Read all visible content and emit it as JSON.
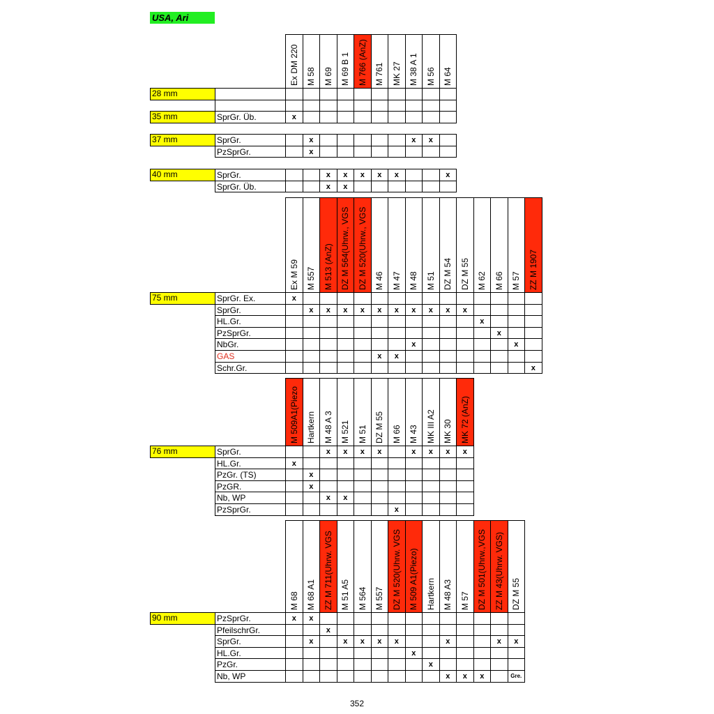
{
  "title": "USA,  Ari",
  "page_number": "352",
  "colors": {
    "title_bg": "#22ee22",
    "calibre_bg": "#ffff00",
    "highlight": "#ff2a0a",
    "red_text": "#e03020"
  },
  "blocks": [
    {
      "columns": [
        {
          "label": "Ex DM 220",
          "red": false
        },
        {
          "label": "M 58",
          "red": false
        },
        {
          "label": "M 69",
          "red": false
        },
        {
          "label": "M 69 B 1",
          "red": false
        },
        {
          "label": "M 766 (AnZ)",
          "red": true
        },
        {
          "label": "M 761",
          "red": false
        },
        {
          "label": "MK 27",
          "red": false
        },
        {
          "label": "M 38 A 1",
          "red": false
        },
        {
          "label": "M 56",
          "red": false
        },
        {
          "label": "M 64",
          "red": false
        }
      ],
      "groups": [
        {
          "calibre": "28 mm",
          "rows": [
            {
              "label": "",
              "marks": [
                "",
                "",
                "",
                "",
                "",
                "",
                "",
                "",
                "",
                ""
              ]
            },
            {
              "label": "",
              "marks": [
                "",
                "",
                "",
                "",
                "",
                "",
                "",
                "",
                "",
                ""
              ]
            }
          ]
        },
        {
          "calibre": "35 mm",
          "rows": [
            {
              "label": "SprGr. Üb.",
              "marks": [
                "x",
                "",
                "",
                "",
                "",
                "",
                "",
                "",
                "",
                ""
              ]
            }
          ]
        },
        {
          "calibre": "37 mm",
          "rows": [
            {
              "label": "SprGr.",
              "marks": [
                "",
                "x",
                "",
                "",
                "",
                "",
                "",
                "x",
                "x",
                ""
              ]
            },
            {
              "label": "PzSprGr.",
              "marks": [
                "",
                "x",
                "",
                "",
                "",
                "",
                "",
                "",
                "",
                ""
              ]
            }
          ]
        },
        {
          "calibre": "40 mm",
          "rows": [
            {
              "label": "SprGr.",
              "marks": [
                "",
                "",
                "x",
                "x",
                "x",
                "x",
                "x",
                "",
                "",
                "x"
              ]
            },
            {
              "label": "SprGr. Üb.",
              "marks": [
                "",
                "",
                "x",
                "x",
                "",
                "",
                "",
                "",
                "",
                ""
              ]
            }
          ]
        }
      ]
    },
    {
      "columns": [
        {
          "label": "Ex M 59",
          "red": false
        },
        {
          "label": "M 557",
          "red": false
        },
        {
          "label": "M 513 (AnZ)",
          "red": true
        },
        {
          "label": "DZ M 564(Uhrw., VGS",
          "red": true
        },
        {
          "label": "DZ M 520(Uhrw., VGS",
          "red": true
        },
        {
          "label": "M 46",
          "red": false
        },
        {
          "label": "M 47",
          "red": false
        },
        {
          "label": "M 48",
          "red": false
        },
        {
          "label": "M 51",
          "red": false
        },
        {
          "label": "DZ M  54",
          "red": false
        },
        {
          "label": "DZ M 55",
          "red": false
        },
        {
          "label": "M 62",
          "red": false
        },
        {
          "label": "M 66",
          "red": false
        },
        {
          "label": "M 57",
          "red": false
        },
        {
          "label": "ZZ M 1907",
          "red": true
        }
      ],
      "groups": [
        {
          "calibre": "75 mm",
          "rows": [
            {
              "label": "SprGr. Ex.",
              "marks": [
                "x",
                "",
                "",
                "",
                "",
                "",
                "",
                "",
                "",
                "",
                "",
                "",
                "",
                "",
                ""
              ]
            },
            {
              "label": "SprGr.",
              "marks": [
                "",
                "x",
                "x",
                "x",
                "x",
                "x",
                "x",
                "x",
                "x",
                "x",
                "x",
                "",
                "",
                "",
                ""
              ]
            },
            {
              "label": "HL.Gr.",
              "marks": [
                "",
                "",
                "",
                "",
                "",
                "",
                "",
                "",
                "",
                "",
                "",
                "x",
                "",
                "",
                ""
              ]
            },
            {
              "label": "PzSprGr.",
              "marks": [
                "",
                "",
                "",
                "",
                "",
                "",
                "",
                "",
                "",
                "",
                "",
                "",
                "x",
                "",
                ""
              ]
            },
            {
              "label": "NbGr.",
              "marks": [
                "",
                "",
                "",
                "",
                "",
                "",
                "",
                "x",
                "",
                "",
                "",
                "",
                "",
                "x",
                ""
              ]
            },
            {
              "label": "GAS",
              "red": true,
              "marks": [
                "",
                "",
                "",
                "",
                "",
                "x",
                "x",
                "",
                "",
                "",
                "",
                "",
                "",
                "",
                ""
              ]
            },
            {
              "label": "Schr.Gr.",
              "marks": [
                "",
                "",
                "",
                "",
                "",
                "",
                "",
                "",
                "",
                "",
                "",
                "",
                "",
                "",
                "x"
              ]
            }
          ]
        }
      ]
    },
    {
      "columns": [
        {
          "label": "M 509A1(Piezo",
          "red": true
        },
        {
          "label": "Hartkern",
          "red": false
        },
        {
          "label": "M 48 A 3",
          "red": false
        },
        {
          "label": "M 521",
          "red": false
        },
        {
          "label": "M 51",
          "red": false
        },
        {
          "label": "DZ M 55",
          "red": false
        },
        {
          "label": "M 66",
          "red": false
        },
        {
          "label": "M 43",
          "red": false
        },
        {
          "label": "MK III A2",
          "red": false
        },
        {
          "label": "MK 30",
          "red": false
        },
        {
          "label": "MK 72 (AnZ)",
          "red": true
        }
      ],
      "groups": [
        {
          "calibre": "76 mm",
          "rows": [
            {
              "label": "SprGr.",
              "marks": [
                "",
                "",
                "x",
                "x",
                "x",
                "x",
                "",
                "x",
                "x",
                "x",
                "x"
              ]
            },
            {
              "label": "HL.Gr.",
              "marks": [
                "x",
                "",
                "",
                "",
                "",
                "",
                "",
                "",
                "",
                "",
                ""
              ]
            },
            {
              "label": "PzGr.  (TS)",
              "marks": [
                "",
                "x",
                "",
                "",
                "",
                "",
                "",
                "",
                "",
                "",
                ""
              ]
            },
            {
              "label": "PzGR.",
              "marks": [
                "",
                "x",
                "",
                "",
                "",
                "",
                "",
                "",
                "",
                "",
                ""
              ]
            },
            {
              "label": "Nb, WP",
              "marks": [
                "",
                "",
                "x",
                "x",
                "",
                "",
                "",
                "",
                "",
                "",
                ""
              ]
            },
            {
              "label": "PzSprGr.",
              "marks": [
                "",
                "",
                "",
                "",
                "",
                "",
                "x",
                "",
                "",
                "",
                ""
              ]
            }
          ]
        }
      ]
    },
    {
      "columns": [
        {
          "label": "M 68",
          "red": false
        },
        {
          "label": "M 68 A1",
          "red": false
        },
        {
          "label": "ZZ M 711(Uhrw. VGS",
          "red": true
        },
        {
          "label": "M 51 A5",
          "red": false
        },
        {
          "label": "M 564",
          "red": false
        },
        {
          "label": "M 557",
          "red": false
        },
        {
          "label": "DZ M 520(Uhrw. VGS",
          "red": true
        },
        {
          "label": "M 509 A1(Piezo)",
          "red": true
        },
        {
          "label": "Hartkern",
          "red": false
        },
        {
          "label": "M 48 A3",
          "red": false
        },
        {
          "label": "M 57",
          "red": false
        },
        {
          "label": "DZ M 501(Uhrw.,VGS",
          "red": true
        },
        {
          "label": "ZZ M 43(Uhrw. VGS)",
          "red": true
        },
        {
          "label": "DZ M 55",
          "red": false
        }
      ],
      "groups": [
        {
          "calibre": "90 mm",
          "rows": [
            {
              "label": "PzSprGr.",
              "marks": [
                "x",
                "x",
                "",
                "",
                "",
                "",
                "",
                "",
                "",
                "",
                "",
                "",
                "",
                ""
              ]
            },
            {
              "label": "PfeilschrGr.",
              "marks": [
                "",
                "",
                "x",
                "",
                "",
                "",
                "",
                "",
                "",
                "",
                "",
                "",
                "",
                ""
              ]
            },
            {
              "label": "SprGr.",
              "marks": [
                "",
                "x",
                "",
                "x",
                "x",
                "x",
                "x",
                "",
                "",
                "x",
                "",
                "",
                "x",
                "x"
              ]
            },
            {
              "label": "HL.Gr.",
              "marks": [
                "",
                "",
                "",
                "",
                "",
                "",
                "",
                "x",
                "",
                "",
                "",
                "",
                "",
                ""
              ]
            },
            {
              "label": "PzGr.",
              "marks": [
                "",
                "",
                "",
                "",
                "",
                "",
                "",
                "",
                "x",
                "",
                "",
                "",
                "",
                ""
              ]
            },
            {
              "label": "Nb, WP",
              "marks": [
                "",
                "",
                "",
                "",
                "",
                "",
                "",
                "",
                "",
                "x",
                "x",
                "x",
                "",
                "Gre."
              ]
            }
          ]
        }
      ]
    }
  ]
}
